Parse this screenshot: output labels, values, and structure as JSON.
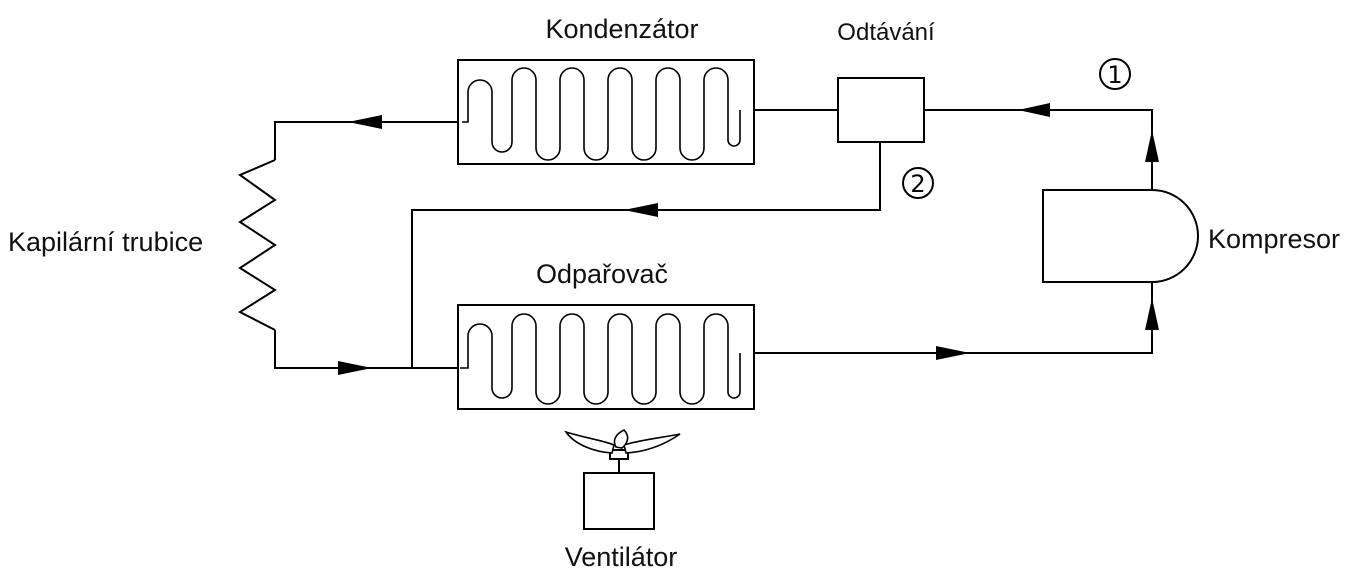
{
  "labels": {
    "condenser": "Kondenzátor",
    "defrost": "Odtávání",
    "capillary": "Kapilární trubice",
    "evaporator": "Odpařovač",
    "compressor": "Kompresor",
    "fan": "Ventilátor"
  },
  "markers": {
    "one": "1",
    "two": "2"
  }
}
